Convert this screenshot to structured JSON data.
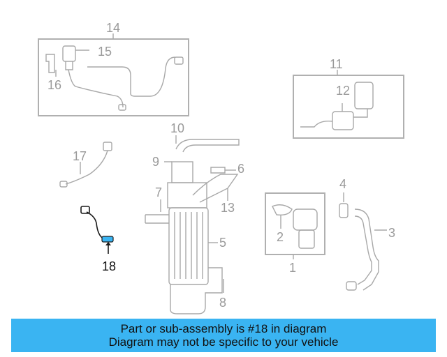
{
  "diagram": {
    "callouts": [
      {
        "id": "c14",
        "label": "14"
      },
      {
        "id": "c15",
        "label": "15"
      },
      {
        "id": "c16",
        "label": "16"
      },
      {
        "id": "c11",
        "label": "11"
      },
      {
        "id": "c12",
        "label": "12"
      },
      {
        "id": "c10",
        "label": "10"
      },
      {
        "id": "c9",
        "label": "9"
      },
      {
        "id": "c6",
        "label": "6"
      },
      {
        "id": "c17",
        "label": "17"
      },
      {
        "id": "c7",
        "label": "7"
      },
      {
        "id": "c13",
        "label": "13"
      },
      {
        "id": "c5",
        "label": "5"
      },
      {
        "id": "c4",
        "label": "4"
      },
      {
        "id": "c3",
        "label": "3"
      },
      {
        "id": "c2",
        "label": "2"
      },
      {
        "id": "c1",
        "label": "1"
      },
      {
        "id": "c8",
        "label": "8"
      }
    ],
    "highlight_label": "18",
    "highlight_color": "#3ab4f2"
  },
  "banner": {
    "line1": "Part or sub-assembly is #18 in diagram",
    "line2": "Diagram may not be specific to your vehicle",
    "background": "#3ab4f2"
  }
}
